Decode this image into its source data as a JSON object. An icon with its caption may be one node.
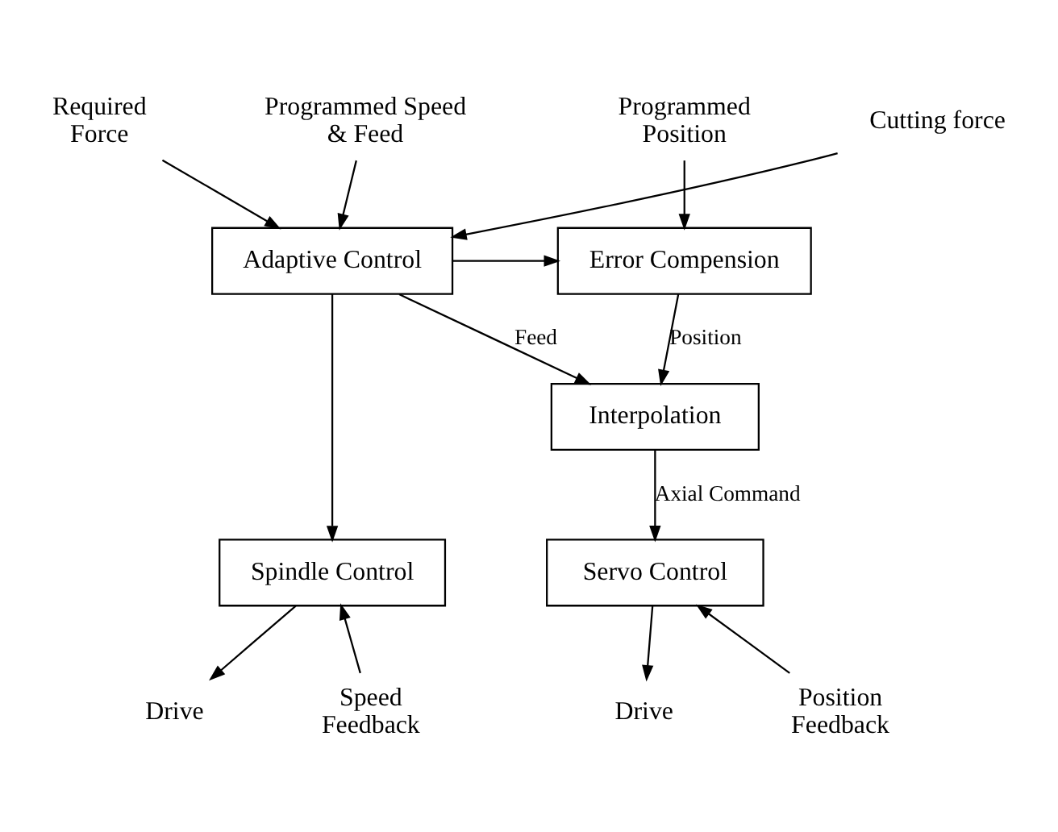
{
  "diagram": {
    "nodes": [
      {
        "text": [
          "Programmed Speed & Feed"
        ]
      },
      {
        "text": [
          "Required Force"
        ]
      },
      {
        "text": [
          "Programmed Position"
        ]
      },
      {
        "text": [
          "Cutting force"
        ]
      },
      {
        "text": [
          "Adaptive Control"
        ]
      },
      {
        "text": [
          "Error Compension"
        ]
      },
      {
        "text": [
          "Interpolation"
        ]
      },
      {
        "text": [
          "Spindle Control"
        ]
      },
      {
        "text": [
          "Servo Control"
        ]
      },
      {
        "text": [
          "Drive"
        ]
      },
      {
        "text": [
          "Speed Feedback"
        ]
      },
      {
        "text": [
          "Drive"
        ]
      },
      {
        "text": [
          "Position Feedback"
        ]
      }
    ],
    "edges": [
      {
        "from": 3,
        "to": 4,
        "arrow": "to"
      },
      {
        "from": 0,
        "to": 4,
        "arrow": "to"
      },
      {
        "from": 1,
        "to": 4,
        "arrow": "to"
      },
      {
        "from": 2,
        "to": 5,
        "arrow": "to"
      },
      {
        "from": 4,
        "to": 5,
        "arrow": "to"
      },
      {
        "from": 4,
        "to": 6,
        "arrow": "to",
        "label": "Feed"
      },
      {
        "from": 5,
        "to": 6,
        "arrow": "to",
        "label": "Position"
      },
      {
        "from": 4,
        "to": 7,
        "arrow": "to"
      },
      {
        "from": 6,
        "to": 8,
        "arrow": "to",
        "label": "Axial Command"
      },
      {
        "from": 7,
        "to": 9,
        "arrow": "to"
      },
      {
        "from": 10,
        "to": 7,
        "arrow": "to"
      },
      {
        "from": 8,
        "to": 11,
        "arrow": "to"
      },
      {
        "from": 12,
        "to": 8,
        "arrow": "to"
      }
    ]
  }
}
